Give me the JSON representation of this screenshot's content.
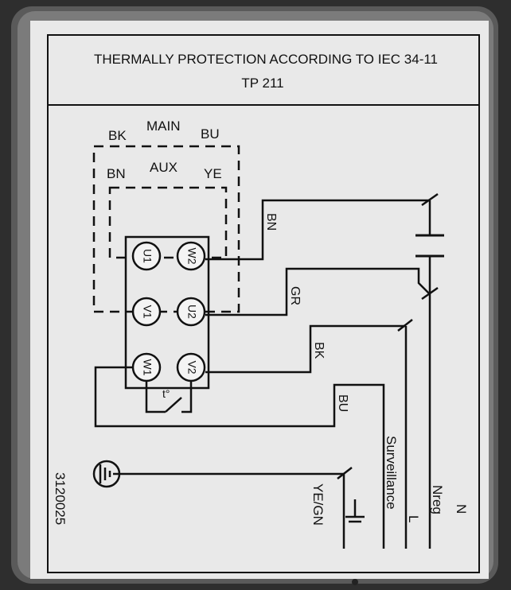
{
  "header": {
    "title_line1": "THERMALLY PROTECTION ACCORDING TO IEC  34-11",
    "title_line2": "TP 211"
  },
  "winding_box": {
    "main_label": "MAIN",
    "aux_label": "AUX",
    "main_left": "BK",
    "main_right": "BU",
    "aux_left": "BN",
    "aux_right": "YE"
  },
  "terminals": {
    "u1": "U1",
    "v1": "V1",
    "w1": "W1",
    "w2": "W2",
    "u2": "U2",
    "v2": "V2"
  },
  "thermal_label": "t°",
  "wires": {
    "bn": "BN",
    "gr": "GR",
    "bk": "BK",
    "bu": "BU"
  },
  "labels": {
    "surveillance": "Surveillance",
    "line": "L",
    "nreg": "Nreg",
    "neutral": "N",
    "ground": "YE/GN",
    "part_number": "3120025"
  }
}
